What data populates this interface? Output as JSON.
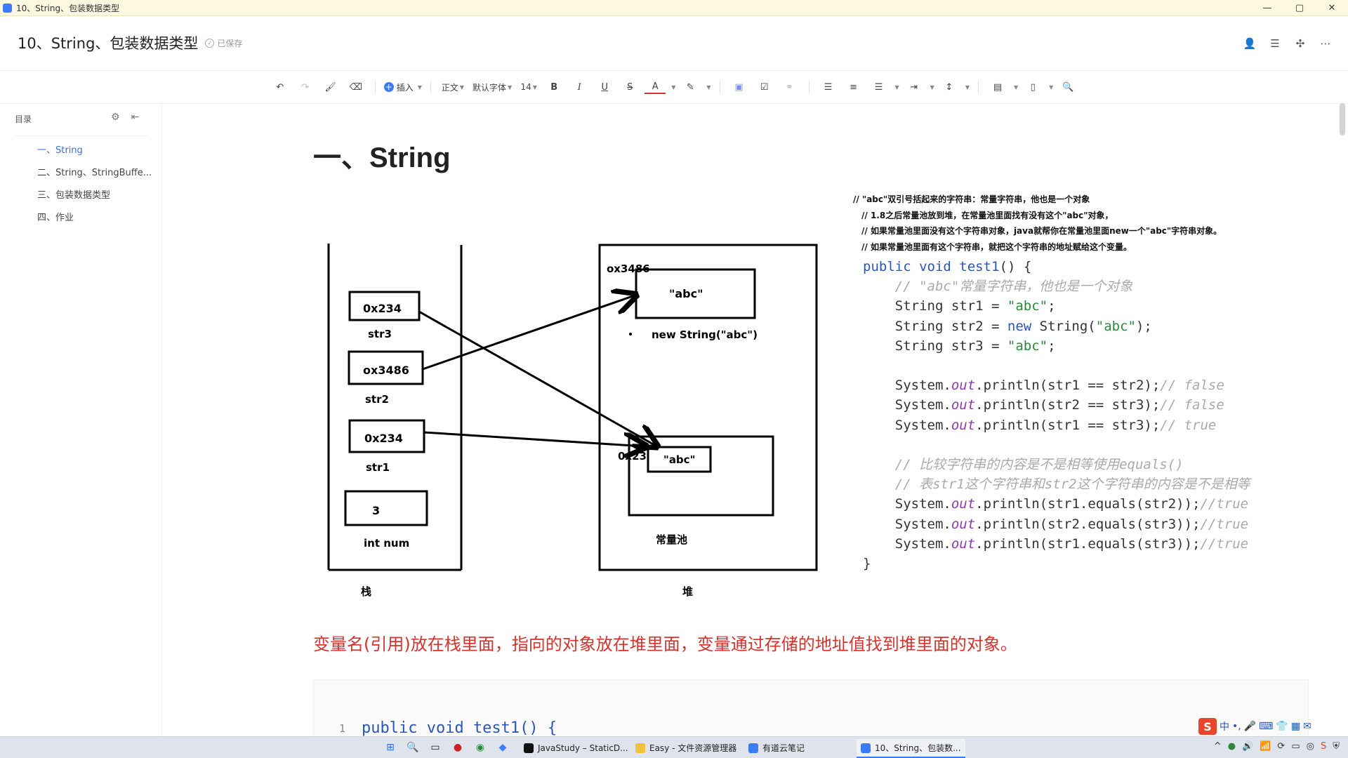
{
  "window": {
    "title": "10、String、包装数据类型",
    "minimize": "—",
    "maximize": "▢",
    "close": "✕"
  },
  "doc": {
    "title": "10、String、包装数据类型",
    "saved": "已保存"
  },
  "toolbar": {
    "insert": "插入",
    "style": "正文",
    "font": "默认字体",
    "size": "14"
  },
  "toc": {
    "title": "目录",
    "items": [
      "一、String",
      "二、String、StringBuffe...",
      "三、包装数据类型",
      "四、作业"
    ]
  },
  "content": {
    "heading": "一、String",
    "comments": [
      "// \"abc\"双引号括起来的字符串：常量字符串，他也是一个对象",
      "// 1.8之后常量池放到堆，在常量池里面找有没有这个\"abc\"对象，",
      "// 如果常量池里面没有这个字符串对象，java就帮你在常量池里面new一个\"abc\"字符串对象。",
      "// 如果常量池里面有这个字符串，就把这个字符串的地址赋给这个变量。"
    ],
    "summary": "变量名(引用)放在栈里面，指向的对象放在堆里面，变量通过存储的地址值找到堆里面的对象。",
    "codeblock_line_no": "1",
    "codeblock_line": "public void test1() {"
  },
  "diagram": {
    "stack_label": "栈",
    "heap_label": "堆",
    "pool_label": "常量池",
    "vars": [
      {
        "value": "0x234",
        "name": "str3"
      },
      {
        "value": "ox3486",
        "name": "str2"
      },
      {
        "value": "0x234",
        "name": "str1"
      },
      {
        "value": "3",
        "name": "int num"
      }
    ],
    "heap_addr": "ox3486",
    "heap_obj": "\"abc\"",
    "heap_obj_label": "new String(\"abc\")",
    "pool_addr": "0x234",
    "pool_obj": "\"abc\""
  },
  "taskbar": {
    "apps": [
      "JavaStudy – StaticD...",
      "Easy - 文件资源管理器",
      "有道云笔记",
      "10、String、包装数..."
    ]
  },
  "ime": {
    "logo": "S",
    "lang": "中"
  }
}
